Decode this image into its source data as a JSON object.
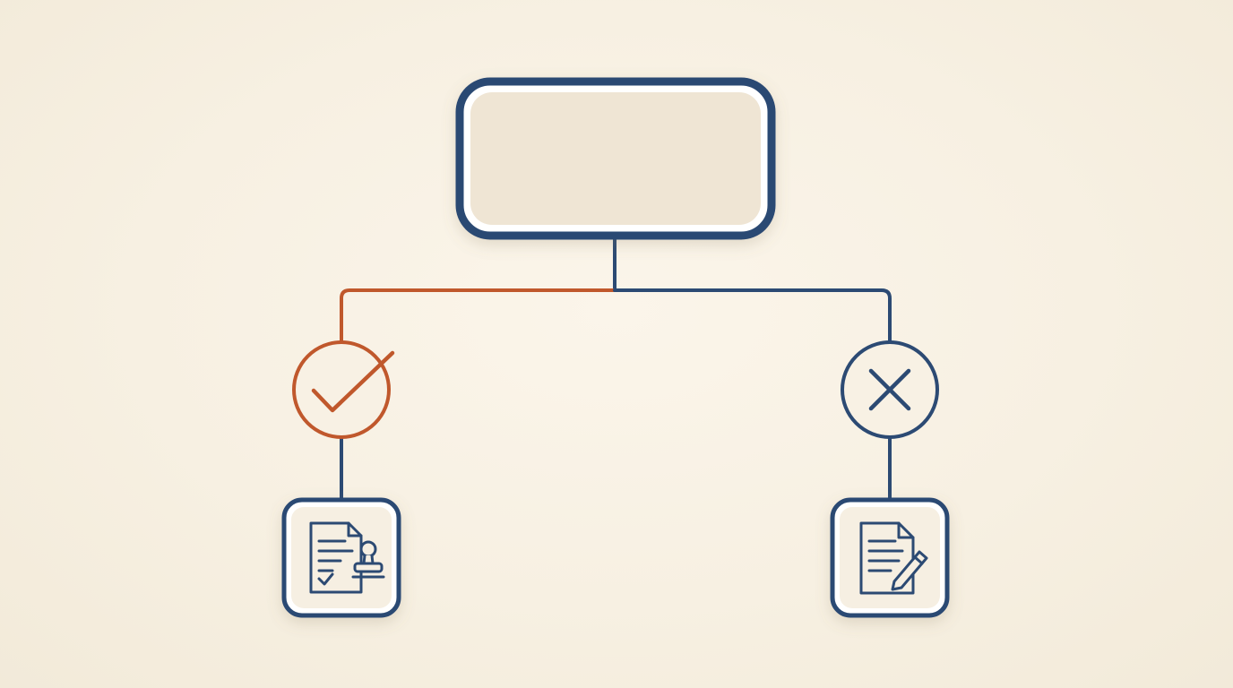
{
  "diagram": {
    "type": "decision-tree",
    "root": {
      "label": ""
    },
    "branches": [
      {
        "outcome": "approved",
        "indicator_icon": "checkmark-icon",
        "result_icon": "stamped-document-icon",
        "color": "#c0582c"
      },
      {
        "outcome": "rejected",
        "indicator_icon": "x-mark-icon",
        "result_icon": "edit-document-icon",
        "color": "#2c4a73"
      }
    ]
  },
  "colors": {
    "background": "#f7f0e2",
    "navy": "#2c4a73",
    "orange": "#c0582c",
    "node_fill": "#efe5d4",
    "icon_fill": "#f6efe2"
  }
}
